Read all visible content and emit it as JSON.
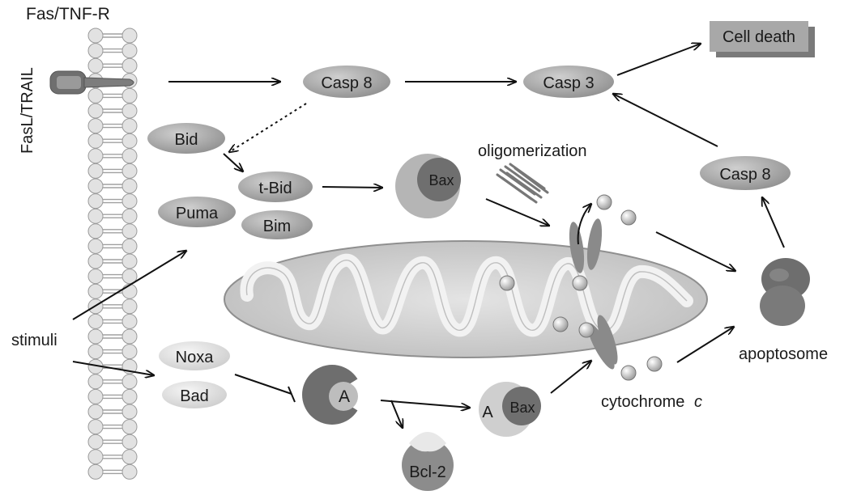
{
  "labels": {
    "receptor": "Fas/TNF-R",
    "ligand": "FasL/TRAIL",
    "casp8_top": "Casp 8",
    "casp3": "Casp 3",
    "cell_death": "Cell death",
    "casp8_right": "Casp 8",
    "bid": "Bid",
    "tbid": "t-Bid",
    "puma": "Puma",
    "bim": "Bim",
    "bax_top": "Bax",
    "oligomerization": "oligomerization",
    "stimuli": "stimuli",
    "noxa": "Noxa",
    "bad": "Bad",
    "a_complex": "A",
    "a_bax": "A",
    "bax_bottom": "Bax",
    "bcl2": "Bcl-2",
    "cytochrome": "cytochrome",
    "cytochrome_c": "c",
    "apoptosome": "apoptosome"
  },
  "colors": {
    "grey_pill": "#a9a9a9",
    "light_pill": "#e6e6e6",
    "bax_dark": "#6e6e6e",
    "bax_light": "#b8b8b8",
    "mito_outer": "#cfcfcf",
    "arrow": "#111111"
  }
}
